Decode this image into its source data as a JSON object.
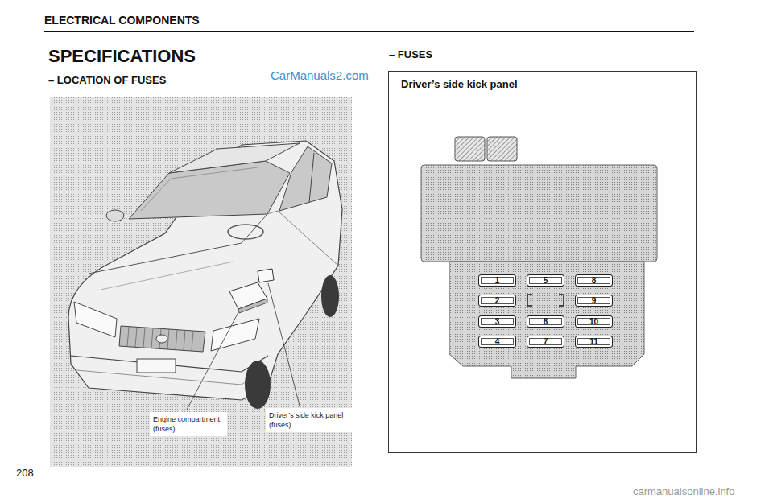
{
  "diagram": {
    "title": "SPECIFICATIONS",
    "nodes": [
      {
        "text": [
          "Driver’s side kick panel"
        ]
      },
      {
        "text": [
          "1"
        ],
        "in": 0
      },
      {
        "text": [
          "2"
        ],
        "in": 0
      },
      {
        "text": [
          "3"
        ],
        "in": 0
      },
      {
        "text": [
          "4"
        ],
        "in": 0
      },
      {
        "text": [
          "5"
        ],
        "in": 0
      },
      {
        "text": [
          "6"
        ],
        "in": 0
      },
      {
        "text": [
          "7"
        ],
        "in": 0
      },
      {
        "text": [
          "8"
        ],
        "in": 0
      },
      {
        "text": [
          "9"
        ],
        "in": 0
      },
      {
        "text": [
          "10"
        ],
        "in": 0
      },
      {
        "text": [
          "11"
        ],
        "in": 0
      },
      {
        "text": [
          "Engine compartment (fuses)"
        ]
      },
      {
        "text": [
          "Driver’s side kick panel (fuses)"
        ]
      }
    ],
    "labels": [
      "ELECTRICAL COMPONENTS",
      "– LOCATION OF FUSES",
      "CarManuals2.com",
      "– FUSES",
      "208",
      "carmanualsonline.info"
    ]
  }
}
